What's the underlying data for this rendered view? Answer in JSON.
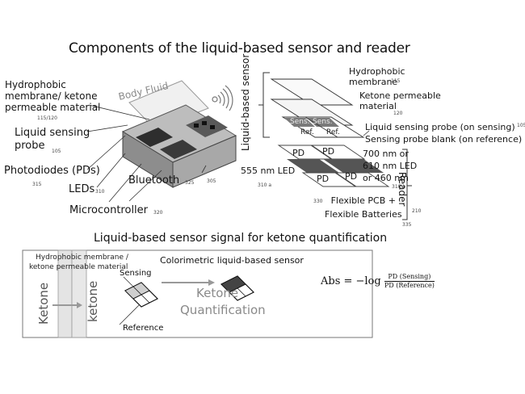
{
  "top_panel": {
    "title": "Components of the liquid-based sensor and reader",
    "device_illustration": {
      "body_fluid": "Body Fluid",
      "labels": [
        {
          "text_lines": [
            "Hydrophobic",
            "membrane/ ketone",
            "permeable material"
          ],
          "ref": "115/120"
        },
        {
          "text_lines": [
            "Liquid sensing",
            "probe"
          ],
          "ref": "105"
        },
        {
          "text_lines": [
            "Photodiodes (PDs)"
          ],
          "ref": "315"
        },
        {
          "text_lines": [
            "LEDs"
          ],
          "ref": "310"
        },
        {
          "text_lines": [
            "Bluetooth"
          ],
          "ref": "325"
        },
        {
          "text_lines": [
            "Microcontroller"
          ],
          "ref": "320"
        }
      ],
      "housing_ref": "305",
      "wireless_icon": "wireless-signal-icon"
    },
    "exploded_view": {
      "sensor_bracket_label": "Liquid-based sensor",
      "reader_bracket_label": "Reader",
      "reader_ref": "210",
      "layers": [
        {
          "text_lines": [
            "Hydrophobic",
            "membrane"
          ],
          "ref": "115"
        },
        {
          "text_lines": [
            "Ketone permeable",
            "material"
          ],
          "ref": "120"
        },
        {
          "text_lines": [
            "Liquid sensing probe (on sensing)"
          ],
          "ref": "105"
        },
        {
          "text_lines": [
            "Sensing probe blank (on reference)"
          ],
          "ref": ""
        }
      ],
      "probe_cells": [
        "Sens.",
        "Sens.",
        "Ref.",
        "Ref."
      ],
      "pd_cells": [
        "PD",
        "PD",
        "PD",
        "PD"
      ],
      "led_left": {
        "text": "555 nm LED",
        "ref": "310 a"
      },
      "led_right": {
        "text_lines": [
          "700 nm or",
          "610 nm LED",
          "or 460 nm"
        ],
        "ref": "310 b"
      },
      "pcb": {
        "text_lines": [
          "Flexible PCB +",
          "Flexible Batteries"
        ],
        "ref_pcb": "330",
        "ref_batt": "335"
      }
    }
  },
  "bottom_panel": {
    "title": "Liquid-based sensor signal for ketone quantification",
    "membrane_label_lines": [
      "Hydrophobic membrane /",
      "ketone permeable material"
    ],
    "sensor_heading": "Colorimetric liquid-based sensor",
    "ketone_outside": "Ketone",
    "ketone_inside": "ketone",
    "sensing_label": "Sensing",
    "reference_label": "Reference",
    "process_lines": [
      "Ketone",
      "Quantification"
    ],
    "formula": {
      "lhs": "Abs = −log",
      "numerator": "PD (Sensing)",
      "denominator": "PD (Reference)"
    }
  }
}
